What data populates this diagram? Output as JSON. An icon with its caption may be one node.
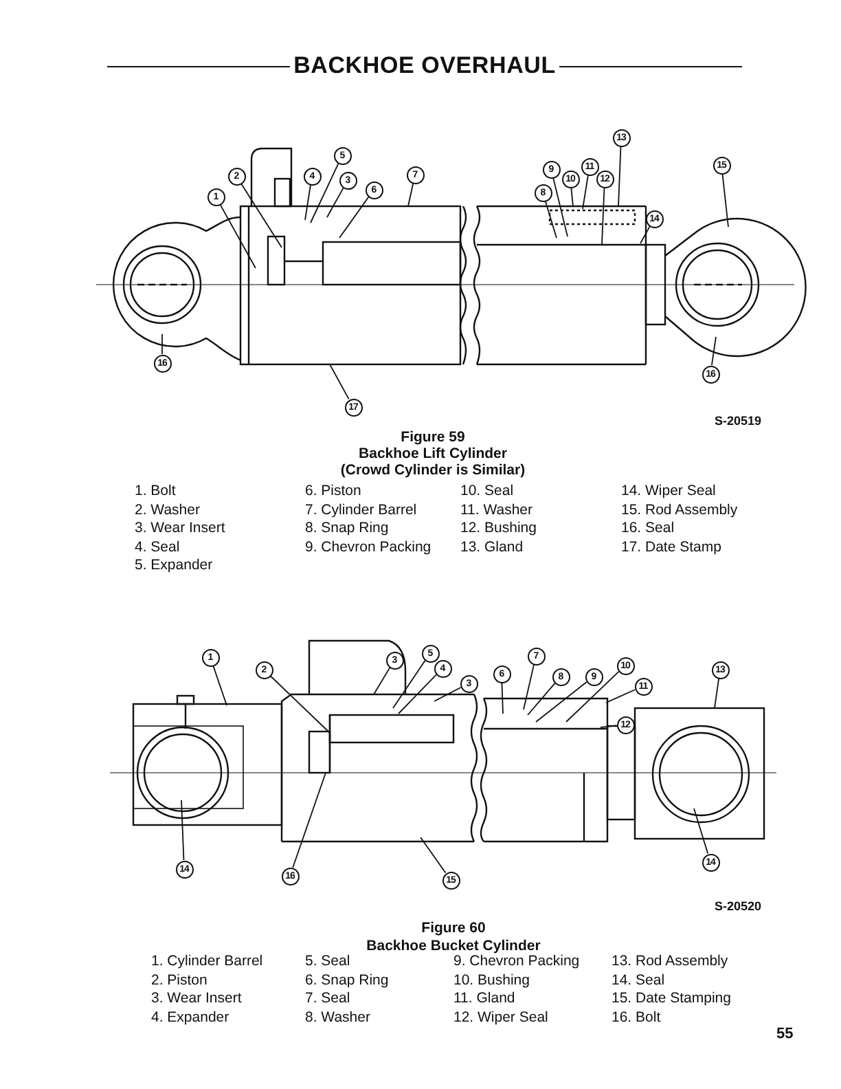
{
  "diagram": {
    "title": "BACKHOE OVERHAUL",
    "nodes": [
      {
        "text": [
          "1"
        ]
      },
      {
        "text": [
          "2"
        ]
      },
      {
        "text": [
          "5"
        ]
      },
      {
        "text": [
          "4"
        ]
      },
      {
        "text": [
          "3"
        ]
      },
      {
        "text": [
          "6"
        ]
      },
      {
        "text": [
          "7"
        ]
      },
      {
        "text": [
          "13"
        ]
      },
      {
        "text": [
          "11"
        ]
      },
      {
        "text": [
          "9"
        ]
      },
      {
        "text": [
          "10"
        ]
      },
      {
        "text": [
          "12"
        ]
      },
      {
        "text": [
          "8"
        ]
      },
      {
        "text": [
          "15"
        ]
      },
      {
        "text": [
          "14"
        ]
      },
      {
        "text": [
          "16"
        ]
      },
      {
        "text": [
          "17"
        ]
      },
      {
        "text": [
          "16"
        ]
      },
      {
        "text": [
          "1"
        ]
      },
      {
        "text": [
          "5"
        ]
      },
      {
        "text": [
          "3"
        ]
      },
      {
        "text": [
          "7"
        ]
      },
      {
        "text": [
          "2"
        ]
      },
      {
        "text": [
          "4"
        ]
      },
      {
        "text": [
          "3"
        ]
      },
      {
        "text": [
          "6"
        ]
      },
      {
        "text": [
          "8"
        ]
      },
      {
        "text": [
          "9"
        ]
      },
      {
        "text": [
          "10"
        ]
      },
      {
        "text": [
          "13"
        ]
      },
      {
        "text": [
          "11"
        ]
      },
      {
        "text": [
          "12"
        ]
      },
      {
        "text": [
          "14"
        ]
      },
      {
        "text": [
          "16"
        ]
      },
      {
        "text": [
          "15"
        ]
      },
      {
        "text": [
          "14"
        ]
      }
    ],
    "edges": [
      {
        "from": 0,
        "to": null,
        "arrow": "none"
      },
      {
        "from": 1,
        "to": null,
        "arrow": "none"
      },
      {
        "from": 2,
        "to": null,
        "arrow": "none"
      },
      {
        "from": 3,
        "to": null,
        "arrow": "none"
      },
      {
        "from": 4,
        "to": null,
        "arrow": "none"
      },
      {
        "from": 5,
        "to": null,
        "arrow": "none"
      },
      {
        "from": 6,
        "to": null,
        "arrow": "none"
      },
      {
        "from": 7,
        "to": null,
        "arrow": "none"
      },
      {
        "from": 8,
        "to": null,
        "arrow": "none"
      },
      {
        "from": 9,
        "to": null,
        "arrow": "none"
      },
      {
        "from": 10,
        "to": null,
        "arrow": "none"
      },
      {
        "from": 11,
        "to": null,
        "arrow": "none"
      },
      {
        "from": 12,
        "to": null,
        "arrow": "none"
      },
      {
        "from": 13,
        "to": null,
        "arrow": "none"
      },
      {
        "from": 14,
        "to": null,
        "arrow": "none"
      },
      {
        "from": 15,
        "to": null,
        "arrow": "none"
      },
      {
        "from": 16,
        "to": null,
        "arrow": "none"
      },
      {
        "from": 17,
        "to": null,
        "arrow": "none"
      },
      {
        "from": 18,
        "to": null,
        "arrow": "none"
      },
      {
        "from": 19,
        "to": null,
        "arrow": "none"
      },
      {
        "from": 20,
        "to": null,
        "arrow": "none"
      },
      {
        "from": 21,
        "to": null,
        "arrow": "none"
      },
      {
        "from": 22,
        "to": null,
        "arrow": "none"
      },
      {
        "from": 23,
        "to": null,
        "arrow": "none"
      },
      {
        "from": 24,
        "to": null,
        "arrow": "none"
      },
      {
        "from": 25,
        "to": null,
        "arrow": "none"
      },
      {
        "from": 26,
        "to": null,
        "arrow": "none"
      },
      {
        "from": 27,
        "to": null,
        "arrow": "none"
      },
      {
        "from": 28,
        "to": null,
        "arrow": "none"
      },
      {
        "from": 29,
        "to": null,
        "arrow": "none"
      },
      {
        "from": 30,
        "to": null,
        "arrow": "none"
      },
      {
        "from": 31,
        "to": null,
        "arrow": "none"
      },
      {
        "from": 32,
        "to": null,
        "arrow": "none"
      },
      {
        "from": 33,
        "to": null,
        "arrow": "none"
      },
      {
        "from": 34,
        "to": null,
        "arrow": "none"
      },
      {
        "from": 35,
        "to": null,
        "arrow": "none"
      }
    ],
    "labels": [
      "S-20519",
      "Figure 59",
      "Backhoe Lift Cylinder",
      "(Crowd Cylinder is Similar)",
      "1. Bolt",
      "2. Washer",
      "3. Wear Insert",
      "4. Seal",
      "5. Expander",
      "6. Piston",
      "7. Cylinder Barrel",
      "8. Snap Ring",
      "9. Chevron Packing",
      "10. Seal",
      "11. Washer",
      "12. Bushing",
      "13. Gland",
      "14. Wiper Seal",
      "15. Rod Assembly",
      "16. Seal",
      "17. Date Stamp",
      "S-20520",
      "Figure 60",
      "Backhoe Bucket Cylinder",
      "1. Cylinder Barrel",
      "2. Piston",
      "3. Wear Insert",
      "4. Expander",
      "5. Seal",
      "6. Snap Ring",
      "7. Seal",
      "8. Washer",
      "9. Chevron Packing",
      "10. Bushing",
      "11. Gland",
      "12. Wiper Seal",
      "13. Rod Assembly",
      "14. Seal",
      "15. Date Stamping",
      "16. Bolt",
      "55"
    ]
  }
}
